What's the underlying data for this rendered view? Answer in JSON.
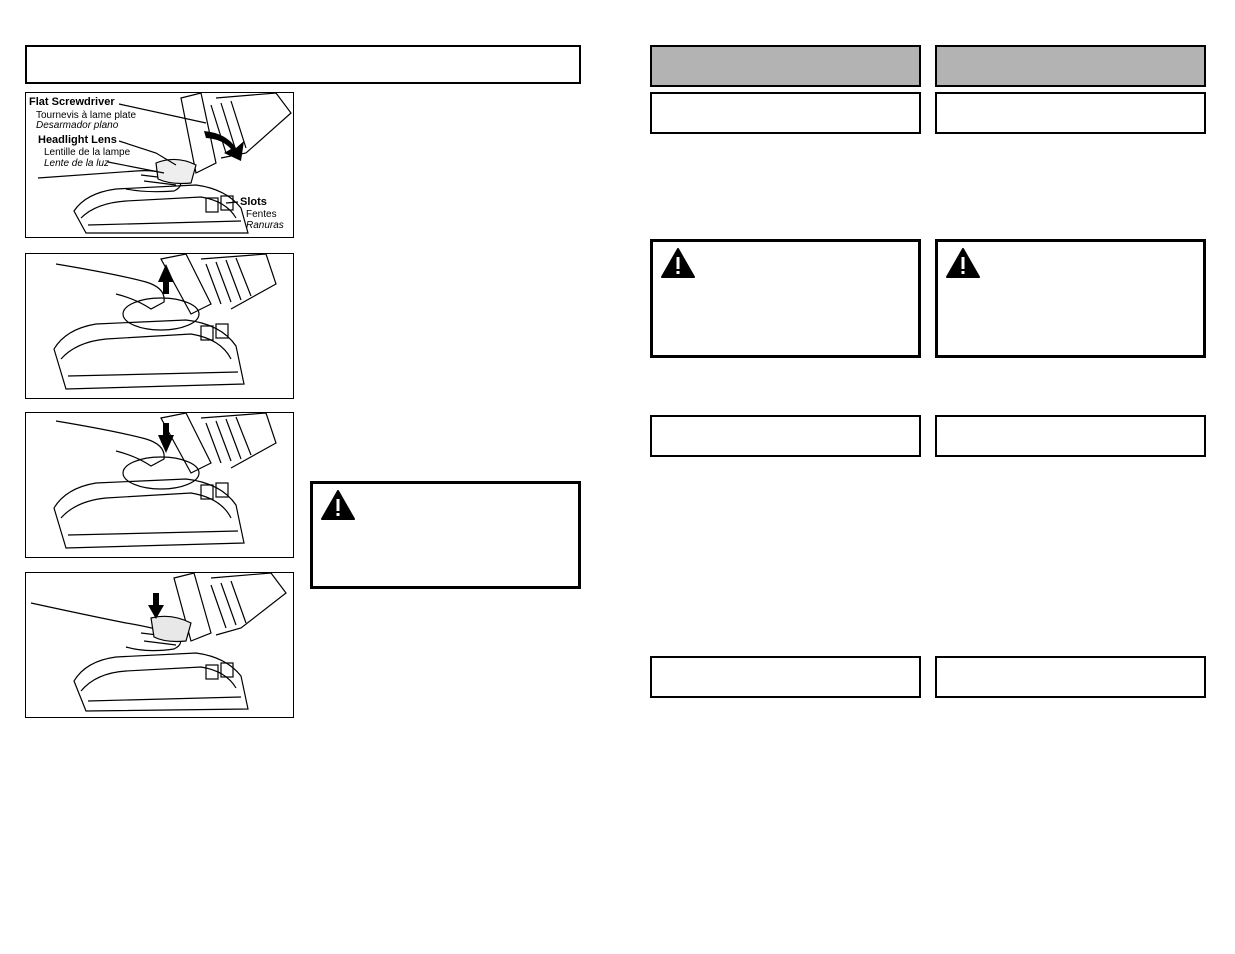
{
  "figure1": {
    "callouts": [
      {
        "name": "flat-screwdriver-label",
        "en": "Flat Screwdriver",
        "fr": "Tournevis à lame plate",
        "es": "Desarmador plano"
      },
      {
        "name": "headlight-lens-label",
        "en": "Headlight Lens",
        "fr": "Lentille de la lampe",
        "es": "Lente de la luz"
      },
      {
        "name": "slots-label",
        "en": "Slots",
        "fr": "Fentes",
        "es": "Ranuras"
      }
    ]
  },
  "icons": {
    "warning": "warning-triangle-icon",
    "arrow": "arrow-icon"
  },
  "colors": {
    "header_gray": "#b3b3b3",
    "border": "#000000"
  }
}
